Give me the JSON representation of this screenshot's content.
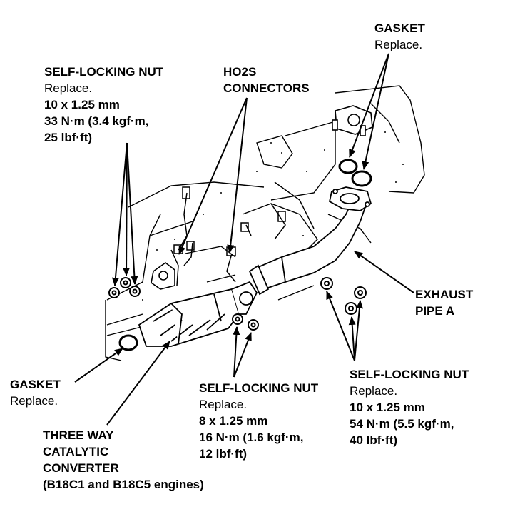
{
  "callouts": {
    "nut_left": {
      "title": "SELF-LOCKING NUT",
      "action": "Replace.",
      "size": "10 x 1.25 mm",
      "torque_a": "33 N·m (3.4 kgf·m,",
      "torque_b": "25 lbf·ft)"
    },
    "ho2s": {
      "line1": "HO2S",
      "line2": "CONNECTORS"
    },
    "gasket_top": {
      "title": "GASKET",
      "action": "Replace."
    },
    "exhaust_pipe": {
      "line1": "EXHAUST",
      "line2": "PIPE A"
    },
    "gasket_left": {
      "title": "GASKET",
      "action": "Replace."
    },
    "nut_center": {
      "title": "SELF-LOCKING NUT",
      "action": "Replace.",
      "size": "8 x 1.25 mm",
      "torque_a": "16 N·m (1.6 kgf·m,",
      "torque_b": "12 lbf·ft)"
    },
    "nut_right": {
      "title": "SELF-LOCKING NUT",
      "action": "Replace.",
      "size": "10 x 1.25 mm",
      "torque_a": "54 N·m (5.5 kgf·m,",
      "torque_b": "40 lbf·ft)"
    },
    "converter": {
      "line1": "THREE WAY",
      "line2": "CATALYTIC",
      "line3": "CONVERTER",
      "line4": "(B18C1 and B18C5 engines)"
    }
  }
}
